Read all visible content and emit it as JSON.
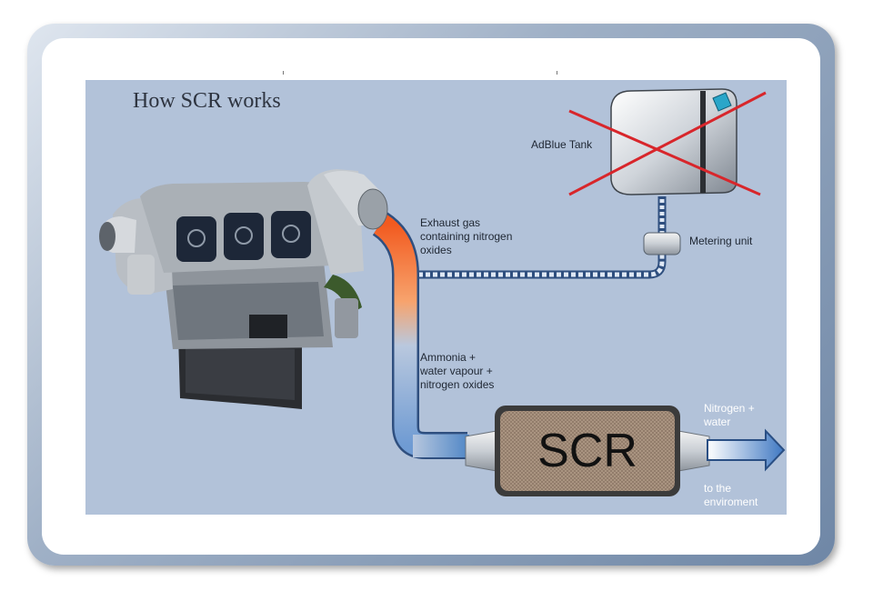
{
  "diagram": {
    "title": "How SCR works",
    "labels": {
      "adblue_tank": "AdBlue Tank",
      "metering_unit": "Metering unit",
      "exhaust_gas": "Exhaust gas\ncontaining nitrogen\noxides",
      "ammonia_mix": "Ammonia +\nwater vapour +\nnitrogen oxides",
      "nitrogen_water": "Nitrogen +\nwater",
      "to_environment": "to the\nenviroment",
      "scr": "SCR"
    },
    "colors": {
      "background": "#b2c2d9",
      "hot_exhaust": "#f06a2a",
      "cool_exhaust": "#4f86c6",
      "cross": "#d8262b",
      "adblue_line": "#dfe8f5"
    },
    "icons": [
      "engine-image",
      "adblue-tank-icon",
      "metering-unit-icon",
      "scr-catalyst-icon",
      "outlet-arrow-icon",
      "cross-out-icon"
    ]
  }
}
